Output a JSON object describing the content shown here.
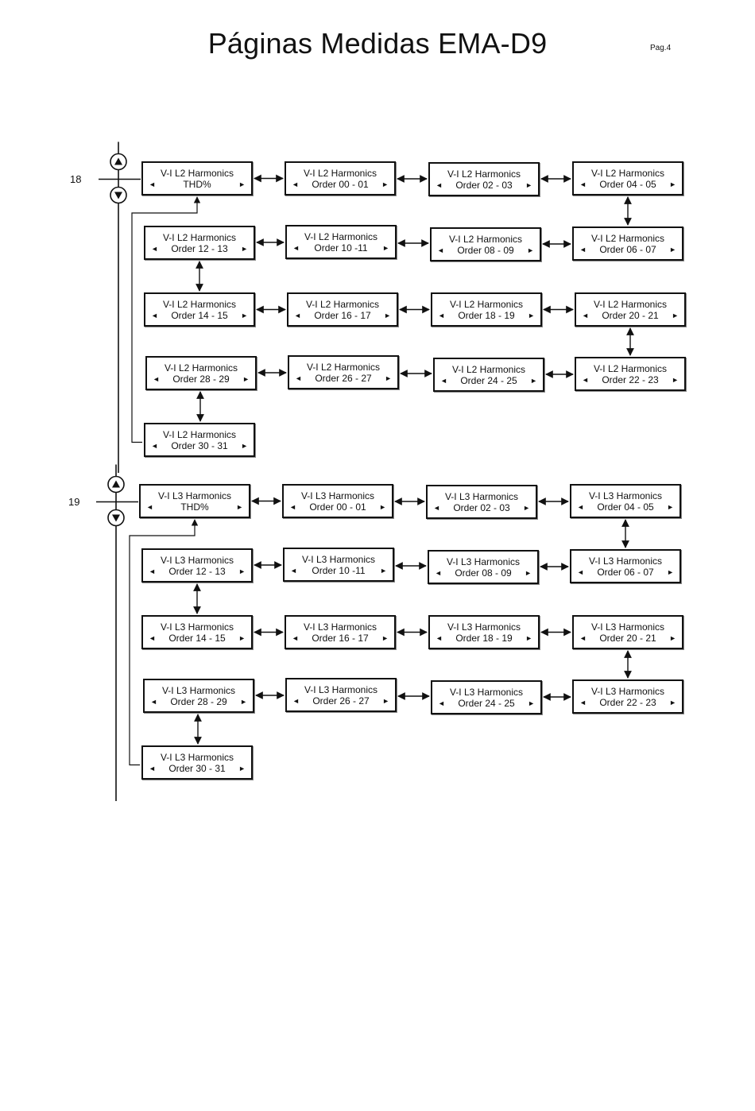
{
  "page": {
    "title": "Páginas Medidas EMA-D9",
    "page_label": "Pag.4"
  },
  "sections": [
    {
      "number": "18",
      "header": "V-I L2 Harmonics",
      "boxes": [
        "THD%",
        "Order 00  - 01",
        "Order 02  - 03",
        "Order 04  - 05",
        "Order 06  - 07",
        "Order 08  - 09",
        "Order 10  -11",
        "Order 12  - 13",
        "Order 14  - 15",
        "Order 16  - 17",
        "Order 18  - 19",
        "Order 20  - 21",
        "Order 22  - 23",
        "Order 24  - 25",
        "Order 26  - 27",
        "Order 28  - 29",
        "Order 30  - 31"
      ]
    },
    {
      "number": "19",
      "header": "V-I L3 Harmonics",
      "boxes": [
        "THD%",
        "Order 00  - 01",
        "Order 02  - 03",
        "Order 04  - 05",
        "Order 06  - 07",
        "Order 08  - 09",
        "Order 10  -11",
        "Order 12  - 13",
        "Order 14  - 15",
        "Order 16  - 17",
        "Order 18  - 19",
        "Order 20  - 21",
        "Order 22  - 23",
        "Order 24  - 25",
        "Order 26  - 27",
        "Order 28  - 29",
        "Order 30  - 31"
      ]
    }
  ],
  "icons": {
    "left_arrow": "◄",
    "right_arrow": "►",
    "up_button": "up-triangle-icon",
    "down_button": "down-triangle-icon"
  }
}
